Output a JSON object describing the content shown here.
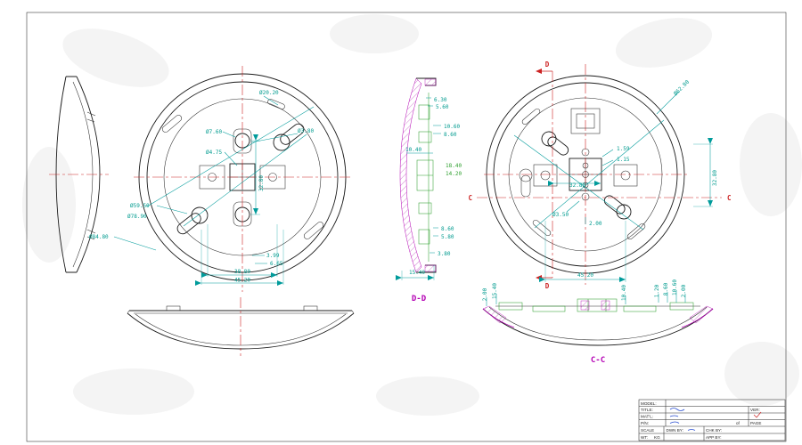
{
  "colors": {
    "line": "#1c1c1c",
    "dimension": "#009b9b",
    "dimension_alt": "#2fa02f",
    "centerline": "#cc2222",
    "section_hatch": "#b400b4",
    "handwriting": "#2b4fd0"
  },
  "sections": {
    "dd_label": "D-D",
    "cc_label": "C-C",
    "d_marker": "D",
    "c_marker": "C"
  },
  "front": {
    "dia_slot": "Ø20.20",
    "dia_hole_top": "Ø7.60",
    "dia_hole_small": "Ø3.80",
    "dia_center": "Ø4.75",
    "pitch_v": "32.80",
    "dia_inner": "Ø59.50",
    "dia_rim": "Ø78.90",
    "dia_outer": "Ø84.80",
    "off1": "3.99",
    "off2": "6.65",
    "w1": "38.80",
    "w2": "45.20"
  },
  "dd": {
    "d1": "6.30",
    "d2": "5.60",
    "d3": "10.60",
    "d4": "8.60",
    "d5": "10.40",
    "d6": "18.40",
    "d7": "14.20",
    "d8": "8.60",
    "d9": "5.80",
    "d10": "3.80",
    "d11": "15.40"
  },
  "right": {
    "dia_outer": "Ø62.80",
    "t1": "1.59",
    "t2": "1.15",
    "pitch": "32.80",
    "dia_hole": "Ø3.50",
    "depth": "2.00",
    "w": "45.20",
    "pitch_v": "32.80"
  },
  "cc": {
    "c1": "2.00",
    "c2": "15.40",
    "c3": "10.40",
    "c4": "1.20",
    "c5": "8.60",
    "c6": "10.60",
    "c7": "2.00"
  },
  "title_block": {
    "model": "MODEL:",
    "title": "TITLE:",
    "matl": "MAT'L:",
    "pn": "P/N:",
    "ver": "VER:",
    "of": "of",
    "page": "PAGE",
    "scale": "SCALE",
    "dwn": "DWN BY:",
    "chk": "CHK BY:",
    "app": "APP BY:",
    "wt": "WT:",
    "kg": "KG"
  }
}
